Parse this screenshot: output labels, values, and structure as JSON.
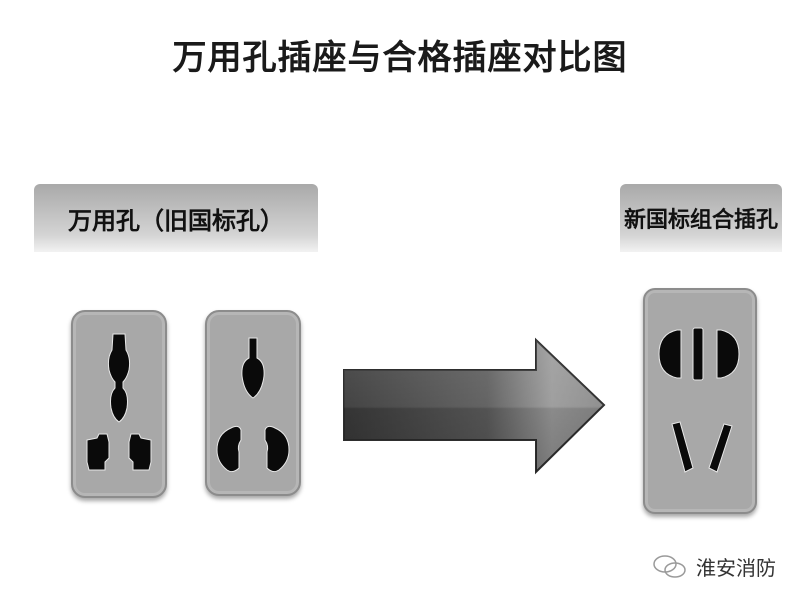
{
  "title": "万用孔插座与合格插座对比图",
  "left_group": {
    "label": "万用孔（旧国标孔）",
    "sockets": [
      {
        "name": "universal-socket-1",
        "type": "universal multi-hole (old standard)"
      },
      {
        "name": "universal-socket-2",
        "type": "universal multi-hole (old standard)"
      }
    ]
  },
  "arrow": {
    "direction": "right",
    "icon": "arrow-right-icon"
  },
  "right_group": {
    "label": "新国标组合插孔",
    "sockets": [
      {
        "name": "new-standard-socket",
        "type": "new national standard combination (2-pin + 3-pin)"
      }
    ]
  },
  "watermark": {
    "icon": "wechat-icon",
    "text": "淮安消防"
  },
  "colors": {
    "socket_face": "#a8a8a8",
    "hole": "#0a0a0a",
    "label_gradient_top": "#a9a9a9",
    "label_gradient_bottom": "#f2f2f2",
    "arrow_dark": "#3a3a3a",
    "arrow_light": "#9a9a9a"
  }
}
